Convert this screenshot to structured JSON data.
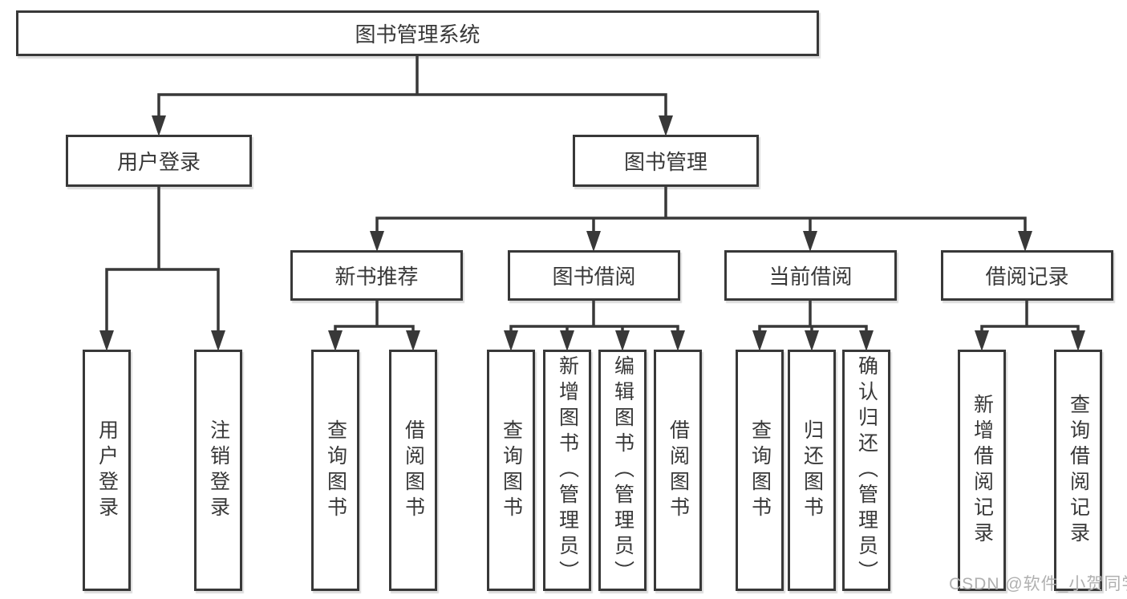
{
  "tree": {
    "root": {
      "label": "图书管理系统"
    },
    "user_login": {
      "label": "用户登录",
      "leaves": [
        "用户登录",
        "注销登录"
      ]
    },
    "book_management": {
      "label": "图书管理"
    },
    "new_book_recommend": {
      "label": "新书推荐",
      "leaves": [
        "查询图书",
        "借阅图书"
      ]
    },
    "book_borrowing": {
      "label": "图书借阅",
      "leaves": [
        "查询图书",
        "新增图书（管理员）",
        "编辑图书（管理员）",
        "借阅图书"
      ]
    },
    "current_borrowing": {
      "label": "当前借阅",
      "leaves": [
        "查询图书",
        "归还图书",
        "确认归还（管理员）"
      ]
    },
    "borrowing_records": {
      "label": "借阅记录",
      "leaves": [
        "新增借阅记录",
        "查询借阅记录"
      ]
    }
  },
  "watermark": "CSDN @软件_小贺同学",
  "colors": {
    "line": "#383838",
    "text": "#383838",
    "box_background": "#ffffff",
    "page_background": "#ffffff",
    "watermark": "#b0b0b0"
  }
}
